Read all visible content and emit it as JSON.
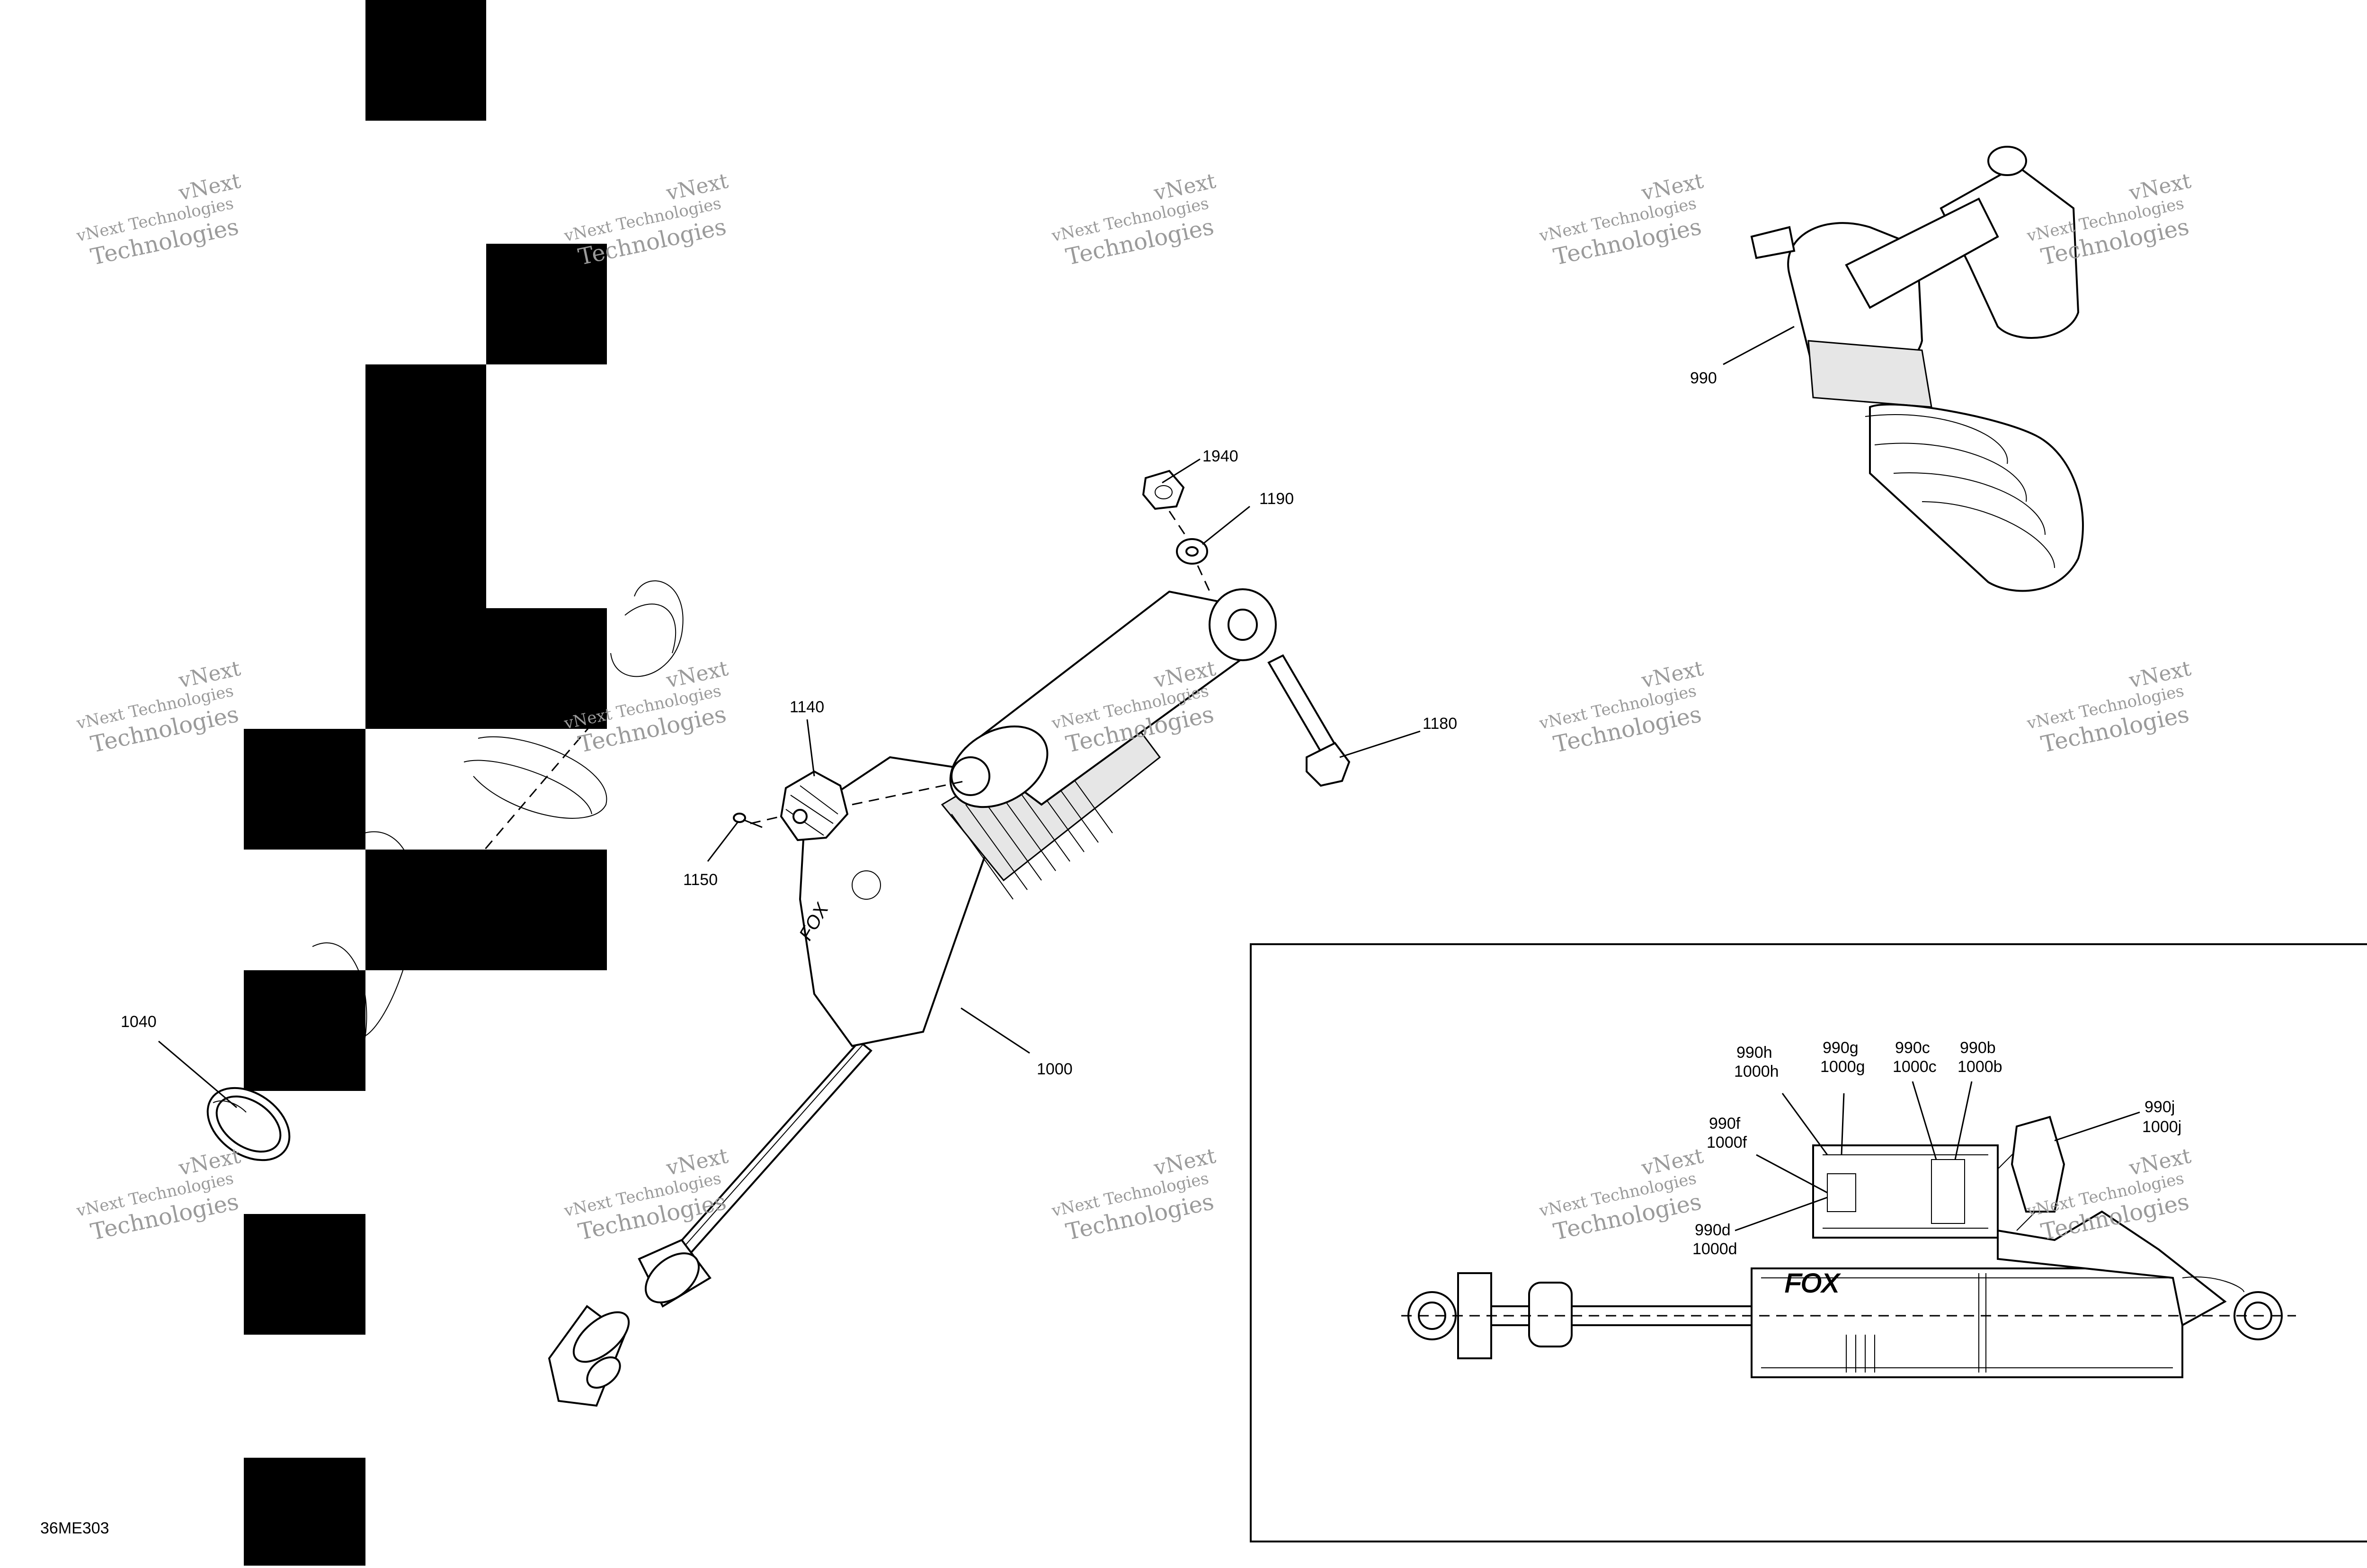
{
  "diagram_code": "36ME303",
  "watermark_text": [
    "vNext Technologies",
    "vNext",
    "Technologies"
  ],
  "callouts_main": [
    "1940",
    "1190",
    "1180",
    "1140",
    "1150",
    "1040",
    "1000",
    "990"
  ],
  "callouts_inset": {
    "990h": "990h",
    "1000h": "1000h",
    "990g": "990g",
    "1000g": "1000g",
    "990c": "990c",
    "1000c": "1000c",
    "990b": "990b",
    "1000b": "1000b",
    "990f": "990f",
    "1000f": "1000f",
    "990d": "990d",
    "1000d": "1000d",
    "990j": "990j",
    "1000j": "1000j"
  },
  "colors": {
    "ink": "#000000",
    "watermark": "#9a9a9a",
    "paper": "#ffffff"
  }
}
